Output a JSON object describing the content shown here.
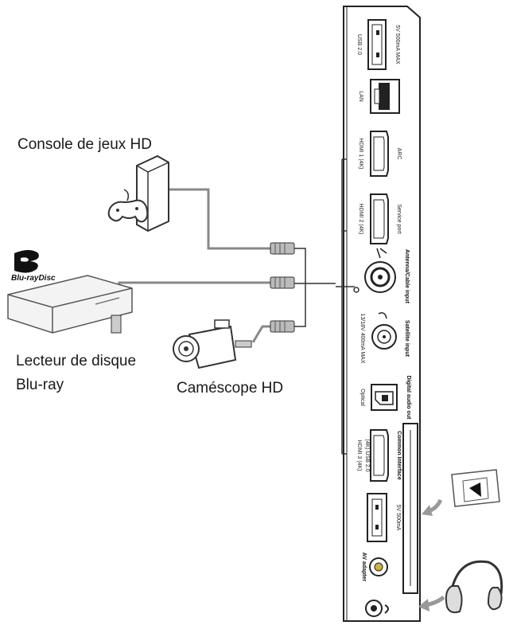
{
  "devices": {
    "console": {
      "label": "Console de jeux HD"
    },
    "bluray": {
      "label_line1": "Lecteur de disque",
      "label_line2": "Blu-ray",
      "logo_text": "Blu-rayDisc"
    },
    "camcorder": {
      "label": "Caméscope HD"
    }
  },
  "panel": {
    "usb_top": {
      "label": "USB 2.0",
      "sub": "5V 500mA MAX"
    },
    "lan": {
      "label": "LAN"
    },
    "hdmi1": {
      "label": "HDMI 1 (4K)",
      "sub": "ARC"
    },
    "hdmi2": {
      "label": "HDMI 2 (4K)",
      "sub": "Service port"
    },
    "antenna": {
      "label": "Antenna/Cable input"
    },
    "satellite": {
      "label": "Satellite input",
      "sub": "13/18V 400mA MAX"
    },
    "digital_audio": {
      "label": "Digital audio out",
      "sub": "Optical"
    },
    "hdmi3": {
      "label": "HDMI 3 (4K)",
      "sub": "(4K) USB 2.0"
    },
    "common_interface": {
      "label": "Common Interface"
    },
    "usb_bottom": {
      "label": "5V 500mA"
    },
    "av": {
      "label": "AV adapter"
    }
  },
  "colors": {
    "line": "#333333",
    "cable": "#888888",
    "panel_fill": "#ffffff"
  }
}
